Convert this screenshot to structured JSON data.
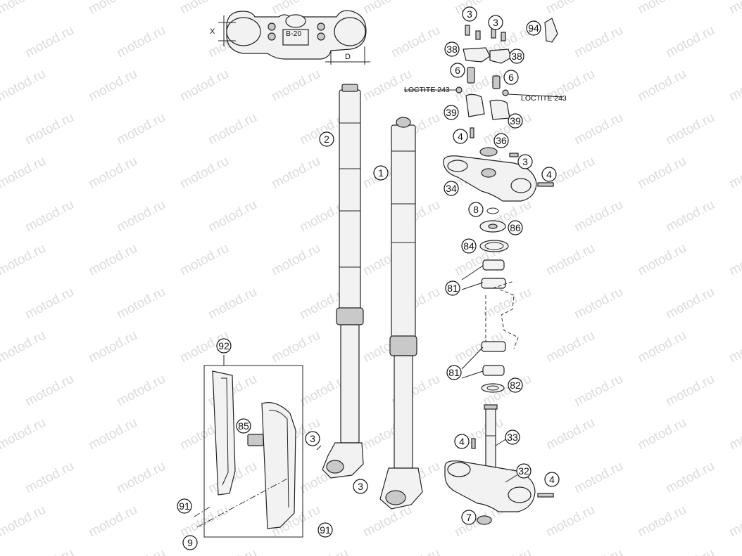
{
  "watermark": "motod.ru",
  "labels": {
    "loctite_left": "LOCTITE 243",
    "loctite_right": "LOCTITE 243",
    "dim_x": "X",
    "dim_d": "D",
    "clamp_marking": "B-20"
  },
  "callouts": [
    {
      "id": "c-3a",
      "text": "3"
    },
    {
      "id": "c-3b",
      "text": "3"
    },
    {
      "id": "c-94",
      "text": "94"
    },
    {
      "id": "c-38a",
      "text": "38"
    },
    {
      "id": "c-38b",
      "text": "38"
    },
    {
      "id": "c-6a",
      "text": "6"
    },
    {
      "id": "c-6b",
      "text": "6"
    },
    {
      "id": "c-39a",
      "text": "39"
    },
    {
      "id": "c-39b",
      "text": "39"
    },
    {
      "id": "c-4a",
      "text": "4"
    },
    {
      "id": "c-36",
      "text": "36"
    },
    {
      "id": "c-3c",
      "text": "3"
    },
    {
      "id": "c-4b",
      "text": "4"
    },
    {
      "id": "c-34",
      "text": "34"
    },
    {
      "id": "c-8",
      "text": "8"
    },
    {
      "id": "c-86",
      "text": "86"
    },
    {
      "id": "c-84",
      "text": "84"
    },
    {
      "id": "c-81a",
      "text": "81"
    },
    {
      "id": "c-81b",
      "text": "81"
    },
    {
      "id": "c-82",
      "text": "82"
    },
    {
      "id": "c-4c",
      "text": "4"
    },
    {
      "id": "c-33",
      "text": "33"
    },
    {
      "id": "c-32",
      "text": "32"
    },
    {
      "id": "c-4d",
      "text": "4"
    },
    {
      "id": "c-7",
      "text": "7"
    },
    {
      "id": "c-2",
      "text": "2"
    },
    {
      "id": "c-1",
      "text": "1"
    },
    {
      "id": "c-92",
      "text": "92"
    },
    {
      "id": "c-85",
      "text": "85"
    },
    {
      "id": "c-3d",
      "text": "3"
    },
    {
      "id": "c-3e",
      "text": "3"
    },
    {
      "id": "c-91a",
      "text": "91"
    },
    {
      "id": "c-91b",
      "text": "91"
    },
    {
      "id": "c-9",
      "text": "9"
    }
  ]
}
